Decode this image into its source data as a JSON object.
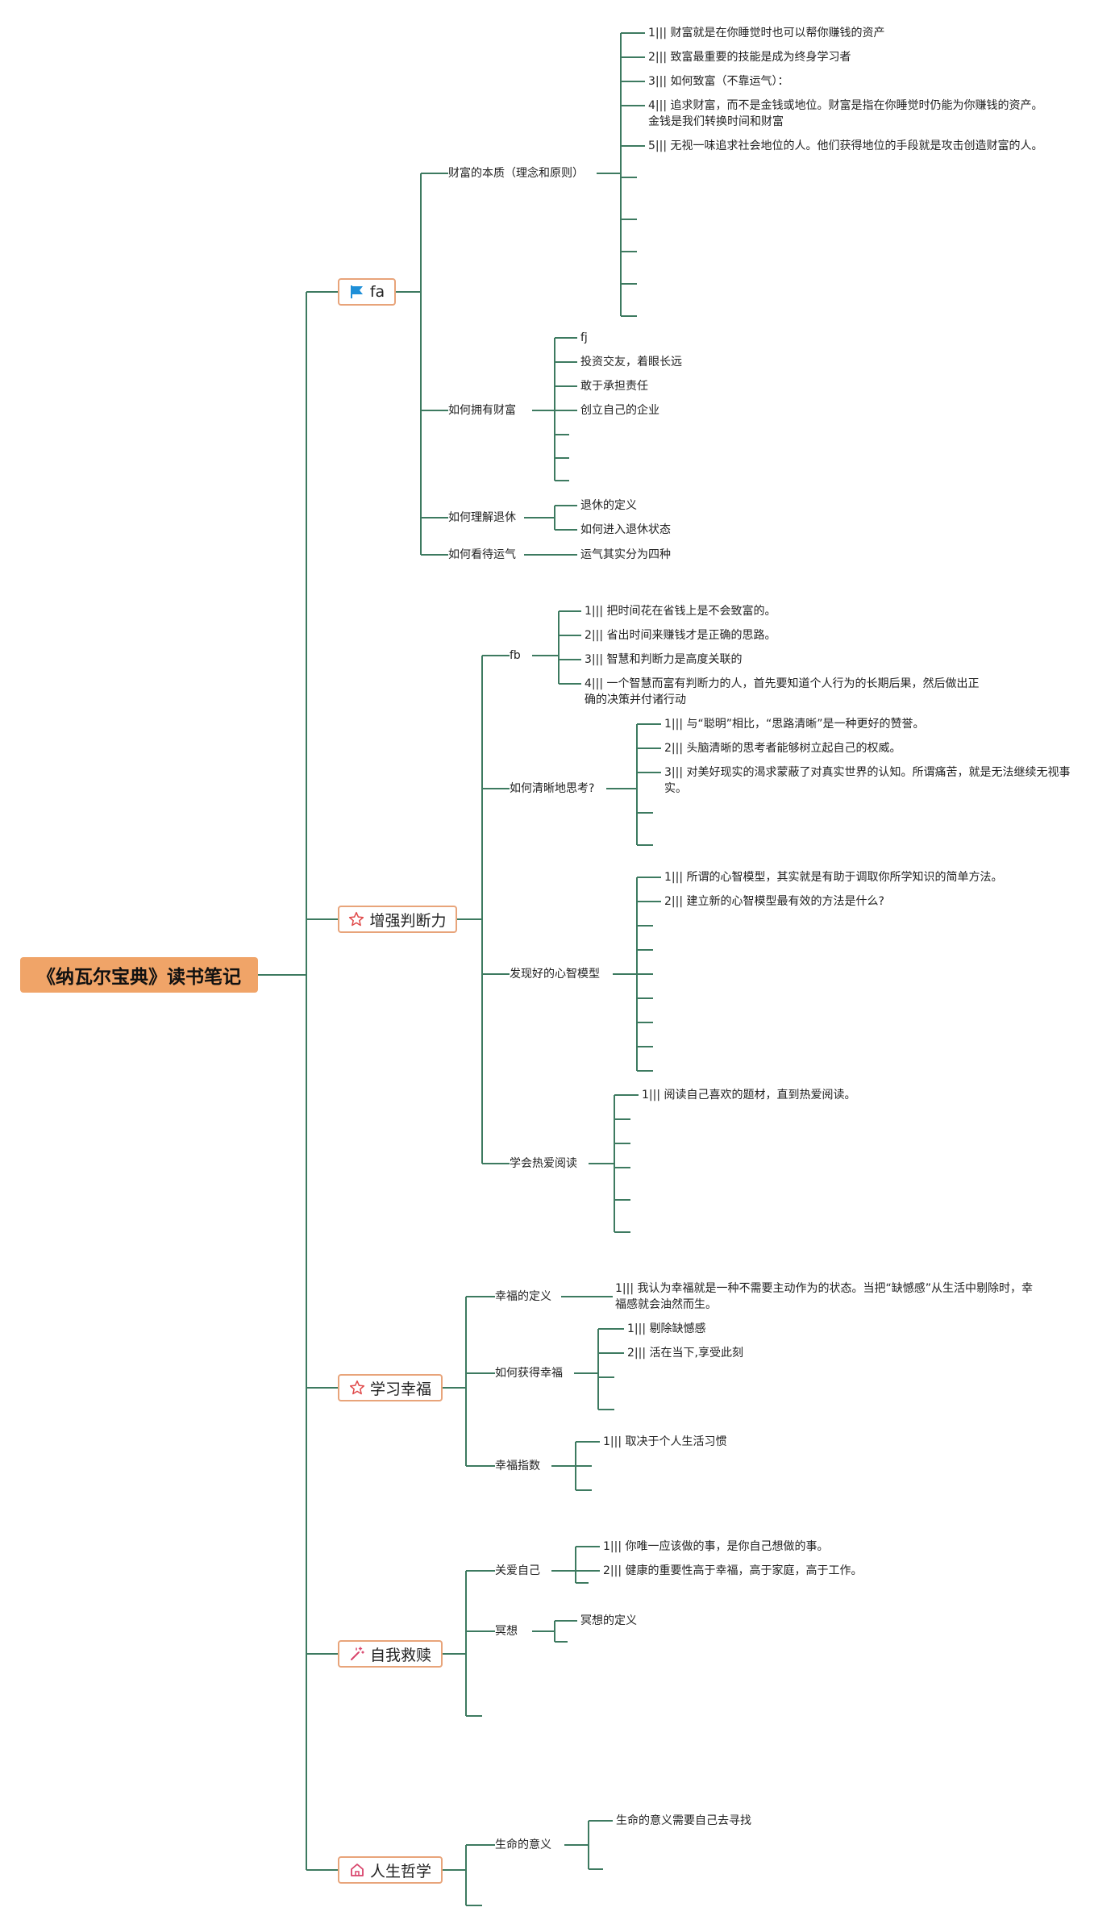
{
  "root": {
    "title": "《纳瓦尔宝典》读书笔记"
  },
  "colors": {
    "line": "#3d7a60",
    "root_fill": "#f0a468",
    "topic_border": "#e8a47a",
    "flag": "#1e8fd8",
    "star": "#e04a4a",
    "home": "#d8446b"
  },
  "topics": [
    {
      "title": "fa",
      "icon": "flag-icon",
      "children": [
        {
          "label": "财富的本质（理念和原则）",
          "children": [
            "1||| 财富就是在你睡觉时也可以帮你赚钱的资产",
            "2||| 致富最重要的技能是成为终身学习者",
            "3||| 如何致富（不靠运气）：",
            "4||| 追求财富，而不是金钱或地位。财富是指在你睡觉时仍能为你赚钱的资产。金钱是我们转换时间和财富",
            "5||| 无视一味追求社会地位的人。他们获得地位的手段就是攻击创造财富的人。"
          ]
        },
        {
          "label": "如何拥有财富",
          "children": [
            "fj",
            "投资交友，着眼长远",
            "敢于承担责任",
            "创立自己的企业"
          ]
        },
        {
          "label": "如何理解退休",
          "children": [
            "退休的定义",
            "如何进入退休状态"
          ]
        },
        {
          "label": "如何看待运气",
          "children": [
            "运气其实分为四种"
          ]
        }
      ]
    },
    {
      "title": "增强判断力",
      "icon": "star-icon",
      "children": [
        {
          "label": "fb",
          "children": [
            "1||| 把时间花在省钱上是不会致富的。",
            "2||| 省出时间来赚钱才是正确的思路。",
            "3||| 智慧和判断力是高度关联的",
            "4||| 一个智慧而富有判断力的人，首先要知道个人行为的长期后果，然后做出正确的决策并付诸行动"
          ]
        },
        {
          "label": "如何清晰地思考?",
          "children": [
            "1||| 与“聪明”相比，“思路清晰”是一种更好的赞誉。",
            "2||| 头脑清晰的思考者能够树立起自己的权威。",
            "3||| 对美好现实的渴求蒙蔽了对真实世界的认知。所谓痛苦，就是无法继续无视事实。"
          ]
        },
        {
          "label": "发现好的心智模型",
          "children": [
            "1||| 所谓的心智模型，其实就是有助于调取你所学知识的简单方法。",
            "2||| 建立新的心智模型最有效的方法是什么?"
          ]
        },
        {
          "label": "学会热爱阅读",
          "children": [
            "1||| 阅读自己喜欢的题材，直到热爱阅读。"
          ]
        }
      ]
    },
    {
      "title": "学习幸福",
      "icon": "star-icon",
      "children": [
        {
          "label": "幸福的定义",
          "children": [
            "1||| 我认为幸福就是一种不需要主动作为的状态。当把“缺憾感”从生活中剔除时，幸福感就会油然而生。"
          ]
        },
        {
          "label": "如何获得幸福",
          "children": [
            "1||| 剔除缺憾感",
            "2||| 活在当下,享受此刻"
          ]
        },
        {
          "label": "幸福指数",
          "children": [
            "1||| 取决于个人生活习惯"
          ]
        }
      ]
    },
    {
      "title": "自我救赎",
      "icon": "magic-wand-icon",
      "children": [
        {
          "label": "关爱自己",
          "children": [
            "1||| 你唯一应该做的事，是你自己想做的事。",
            "2||| 健康的重要性高于幸福，高于家庭，高于工作。"
          ]
        },
        {
          "label": "冥想",
          "children": [
            "冥想的定义"
          ]
        }
      ]
    },
    {
      "title": "人生哲学",
      "icon": "home-icon",
      "children": [
        {
          "label": "生命的意义",
          "children": [
            "生命的意义需要自己去寻找"
          ]
        }
      ]
    }
  ]
}
